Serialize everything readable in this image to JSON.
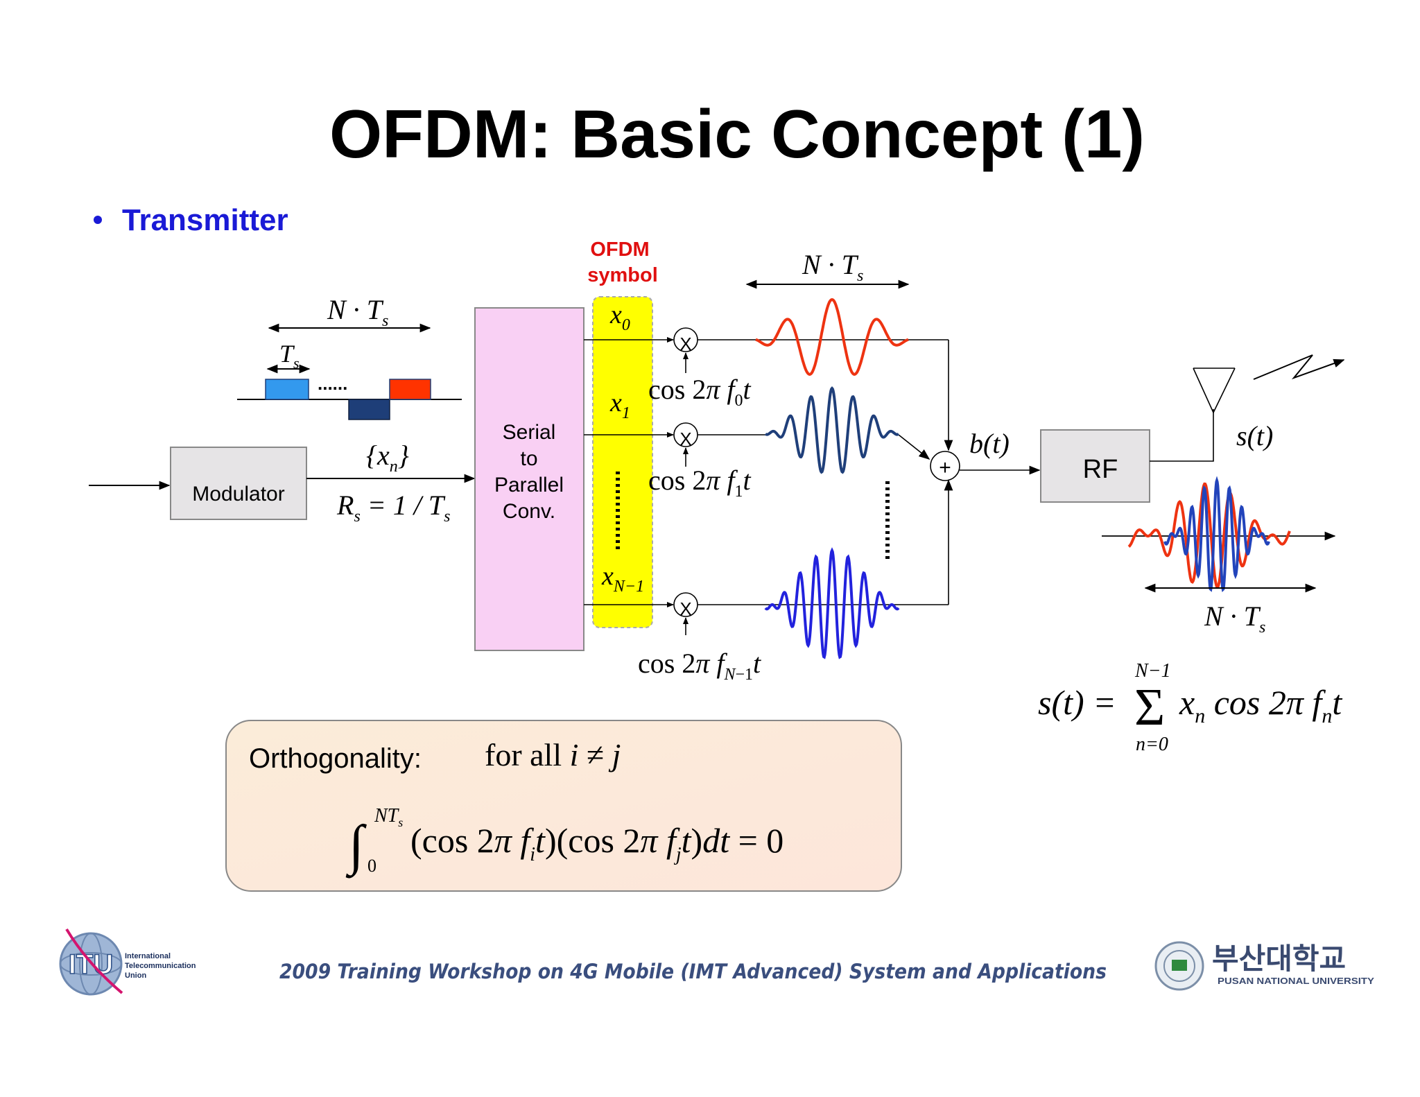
{
  "slide": {
    "title": "OFDM: Basic Concept (1)",
    "bullet": "Transmitter"
  },
  "diagram": {
    "ofdm_symbol_label_line1": "OFDM",
    "ofdm_symbol_label_line2": "symbol",
    "modulator_label": "Modulator",
    "sp_label_line1": "Serial",
    "sp_label_line2": "to",
    "sp_label_line3": "Parallel",
    "sp_label_line4": "Conv.",
    "rf_label": "RF",
    "mixer_symbol": "X",
    "adder_symbol": "+",
    "dots_small": "......",
    "input_seq": "{xn}",
    "rate": "Rs = 1/Ts",
    "symbol_period": "Ts",
    "block_duration": "N·Ts",
    "subcarrier_inputs": [
      "x0",
      "x1",
      "xN−1"
    ],
    "carriers": [
      "cos 2π f0t",
      "cos 2π f1t",
      "cos 2π fN−1t"
    ],
    "baseband_label": "b(t)",
    "output_label": "s(t)",
    "sum_equation": "s(t) = Σ_{n=0}^{N−1} xn cos 2π fn t",
    "colors": {
      "red_wave": "#ee3311",
      "navy_wave": "#1f3f7a",
      "blue_wave": "#2222dd",
      "sp_fill": "#f9d0f4",
      "yellow_strip": "#ffff00",
      "block_blue": "#3399ee",
      "block_navy": "#1e3e78",
      "block_red": "#ff3300"
    }
  },
  "orthogonality": {
    "label": "Orthogonality:",
    "condition": "for all i ≠ j",
    "equation": "∫0^NTs (cos 2π fi t)(cos 2π fj t) dt = 0"
  },
  "footer": {
    "workshop": "2009 Training Workshop on 4G Mobile (IMT Advanced) System and Applications",
    "itu_logo_text": "ITU",
    "itu_full_line1": "International",
    "itu_full_line2": "Telecommunication",
    "itu_full_line3": "Union",
    "pnu_korean": "부산대학교",
    "pnu_english": "PUSAN NATIONAL UNIVERSITY"
  }
}
